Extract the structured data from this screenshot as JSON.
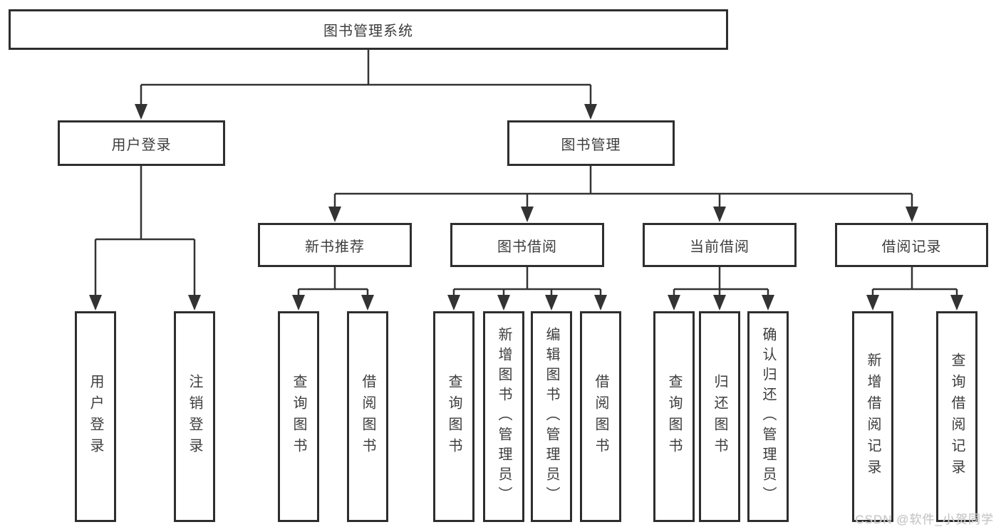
{
  "colors": {
    "line": "#333333",
    "box_border": "#2e2e2e",
    "box_fill": "#ffffff",
    "text": "#3d3d3d",
    "watermark": "#c6c6c6"
  },
  "tree": {
    "root": {
      "label": "图书管理系统"
    },
    "branches": [
      {
        "label": "用户登录",
        "children": [
          {
            "label": "用户登录"
          },
          {
            "label": "注销登录"
          }
        ]
      },
      {
        "label": "图书管理",
        "sections": [
          {
            "label": "新书推荐",
            "children": [
              {
                "label": "查询图书"
              },
              {
                "label": "借阅图书"
              }
            ]
          },
          {
            "label": "图书借阅",
            "children": [
              {
                "label": "查询图书"
              },
              {
                "label": "新增图书（管理员）"
              },
              {
                "label": "编辑图书（管理员）"
              },
              {
                "label": "借阅图书"
              }
            ]
          },
          {
            "label": "当前借阅",
            "children": [
              {
                "label": "查询图书"
              },
              {
                "label": "归还图书"
              },
              {
                "label": "确认归还（管理员）"
              }
            ]
          },
          {
            "label": "借阅记录",
            "children": [
              {
                "label": "新增借阅记录"
              },
              {
                "label": "查询借阅记录"
              }
            ]
          }
        ]
      }
    ]
  },
  "watermark": {
    "text": "CSDN @软件_小贺同学"
  }
}
